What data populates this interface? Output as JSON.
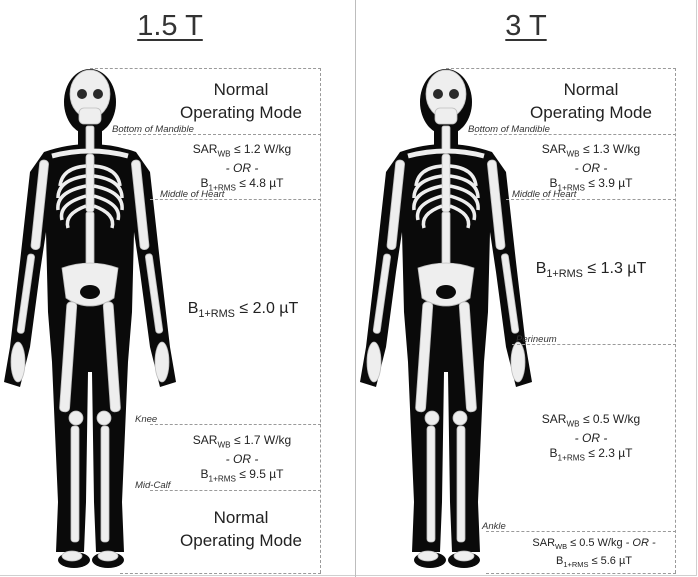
{
  "panels": [
    {
      "title": "1.5 T",
      "landmarks": {
        "mandible": "Bottom of Mandible",
        "heart": "Middle of Heart",
        "knee": "Knee",
        "midcalf": "Mid-Calf"
      },
      "zones": {
        "head": {
          "line1": "Normal",
          "line2": "Operating Mode"
        },
        "chest": {
          "sar_pre": "SAR",
          "sar_sub": "WB",
          "sar_val": " ≤ 1.2 W/kg",
          "or": "- OR -",
          "b_pre": "B",
          "b_sub": "1+RMS",
          "b_val": " ≤ 4.8 µT"
        },
        "torso": {
          "b_pre": "B",
          "b_sub": "1+RMS",
          "b_val": " ≤ 2.0 µT"
        },
        "calf": {
          "sar_pre": "SAR",
          "sar_sub": "WB",
          "sar_val": " ≤ 1.7 W/kg",
          "or": "- OR -",
          "b_pre": "B",
          "b_sub": "1+RMS",
          "b_val": " ≤ 9.5 µT"
        },
        "feet": {
          "line1": "Normal",
          "line2": "Operating Mode"
        }
      }
    },
    {
      "title": "3 T",
      "landmarks": {
        "mandible": "Bottom of Mandible",
        "heart": "Middle of Heart",
        "perineum": "Perineum",
        "ankle": "Ankle"
      },
      "zones": {
        "head": {
          "line1": "Normal",
          "line2": "Operating Mode"
        },
        "chest": {
          "sar_pre": "SAR",
          "sar_sub": "WB",
          "sar_val": " ≤ 1.3 W/kg",
          "or": "- OR -",
          "b_pre": "B",
          "b_sub": "1+RMS",
          "b_val": " ≤ 3.9 µT"
        },
        "torso": {
          "b_pre": "B",
          "b_sub": "1+RMS",
          "b_val": " ≤ 1.3 µT"
        },
        "legs": {
          "sar_pre": "SAR",
          "sar_sub": "WB",
          "sar_val": " ≤ 0.5 W/kg",
          "or": "- OR -",
          "b_pre": "B",
          "b_sub": "1+RMS",
          "b_val": " ≤ 2.3 µT"
        },
        "feet": {
          "sar_pre": "SAR",
          "sar_sub": "WB",
          "sar_val": " ≤ 0.5 W/kg",
          "or": "  - OR -",
          "b_pre": "B",
          "b_sub": "1+RMS",
          "b_val": " ≤ 5.6 µT"
        }
      }
    }
  ]
}
